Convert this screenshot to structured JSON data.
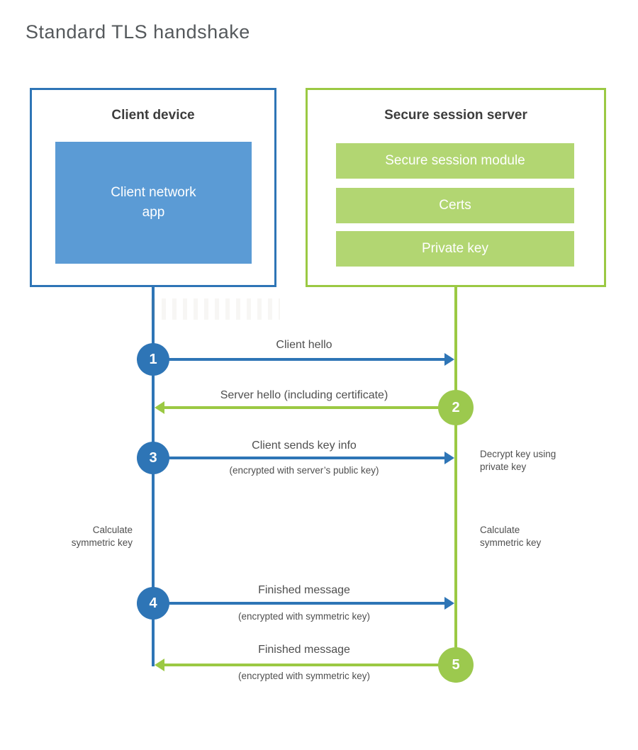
{
  "title": "Standard TLS handshake",
  "colors": {
    "blue": "#2e75b6",
    "blue_fill": "#5b9bd5",
    "green": "#9bc943",
    "green_fill": "#b2d672",
    "green_circle": "#9cc94e",
    "heading_text": "#3d3d3d",
    "label_text": "#4f4f4f",
    "title_text": "#55595c",
    "white": "#ffffff"
  },
  "client": {
    "heading": "Client device",
    "app_line1": "Client network",
    "app_line2": "app"
  },
  "server": {
    "heading": "Secure session server",
    "modules": [
      "Secure session module",
      "Certs",
      "Private key"
    ]
  },
  "steps": [
    {
      "num": "1",
      "label": "Client hello",
      "sub": "",
      "direction": "right",
      "from": "client",
      "to": "server"
    },
    {
      "num": "2",
      "label": "Server hello (including certificate)",
      "sub": "",
      "direction": "left",
      "from": "server",
      "to": "client"
    },
    {
      "num": "3",
      "label": "Client sends key info",
      "sub": "(encrypted with server’s public key)",
      "direction": "right",
      "from": "client",
      "to": "server"
    },
    {
      "num": "4",
      "label": "Finished message",
      "sub": "(encrypted with symmetric key)",
      "direction": "right",
      "from": "client",
      "to": "server"
    },
    {
      "num": "5",
      "label": "Finished message",
      "sub": "(encrypted with symmetric key)",
      "direction": "left",
      "from": "server",
      "to": "client"
    }
  ],
  "side_notes": {
    "decrypt_line1": "Decrypt key using",
    "decrypt_line2": "private key",
    "client_calc_line1": "Calculate",
    "client_calc_line2": "symmetric key",
    "server_calc_line1": "Calculate",
    "server_calc_line2": "symmetric key"
  }
}
